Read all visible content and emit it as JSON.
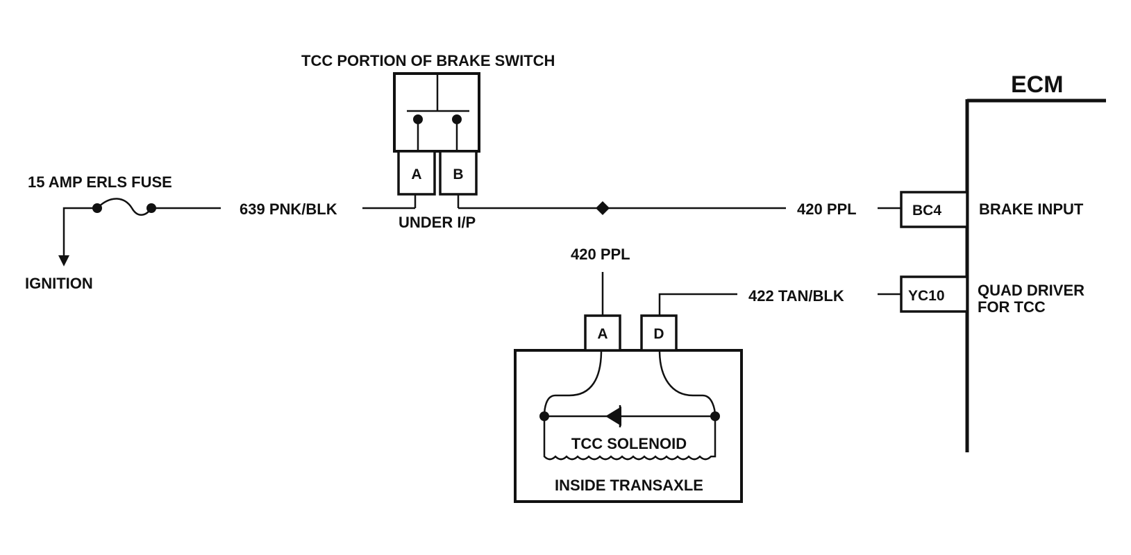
{
  "fuse": {
    "label": "15 AMP ERLS FUSE"
  },
  "ignition": {
    "label": "IGNITION"
  },
  "brake_switch": {
    "title": "TCC PORTION OF BRAKE SWITCH",
    "pin_a": "A",
    "pin_b": "B",
    "location": "UNDER I/P"
  },
  "wires": {
    "w639": "639 PNK/BLK",
    "w420_top": "420 PPL",
    "w420_drop": "420 PPL",
    "w422": "422 TAN/BLK"
  },
  "ecm": {
    "title": "ECM",
    "pin_bc4": "BC4",
    "brake_input": "BRAKE INPUT",
    "pin_yc10": "YC10",
    "quad_driver_line1": "QUAD DRIVER",
    "quad_driver_line2": "FOR TCC"
  },
  "transaxle": {
    "pin_a": "A",
    "pin_d": "D",
    "solenoid": "TCC SOLENOID",
    "location": "INSIDE TRANSAXLE"
  }
}
